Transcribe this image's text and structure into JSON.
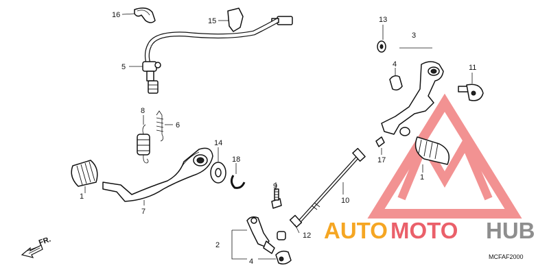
{
  "callouts": {
    "c1a": "1",
    "c1b": "1",
    "c2": "2",
    "c3": "3",
    "c4a": "4",
    "c4b": "4",
    "c5": "5",
    "c6": "6",
    "c7": "7",
    "c8": "8",
    "c9": "9",
    "c10": "10",
    "c11": "11",
    "c12": "12",
    "c13": "13",
    "c14": "14",
    "c15": "15",
    "c16": "16",
    "c17": "17",
    "c18": "18"
  },
  "direction_label": "FR.",
  "diagram_code": "MCFAF2000",
  "watermark": {
    "part1": "AUTO",
    "part2": "MOTO",
    "part3": "HUB",
    "color_orange": "#f5a623",
    "color_red": "#e63946",
    "color_gray": "#8e8e8e"
  }
}
